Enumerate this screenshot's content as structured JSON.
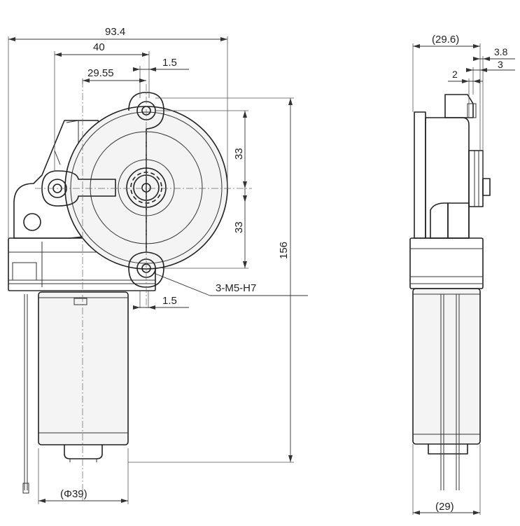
{
  "dimensions": {
    "overall_width": "93.4",
    "bolt_span": "40",
    "pinion_offset": "29.55",
    "flange_offset_top": "1.5",
    "half_height_upper": "33",
    "half_height_lower": "33",
    "overall_height": "156",
    "mount_holes": "3-M5-H7",
    "flange_offset_bottom": "1.5",
    "motor_diameter": "(Φ39)",
    "side_depth": "(29.6)",
    "side_gear_3_8": "3.8",
    "side_gear_3": "3",
    "side_gear_2": "2",
    "side_motor_width": "(29)"
  }
}
